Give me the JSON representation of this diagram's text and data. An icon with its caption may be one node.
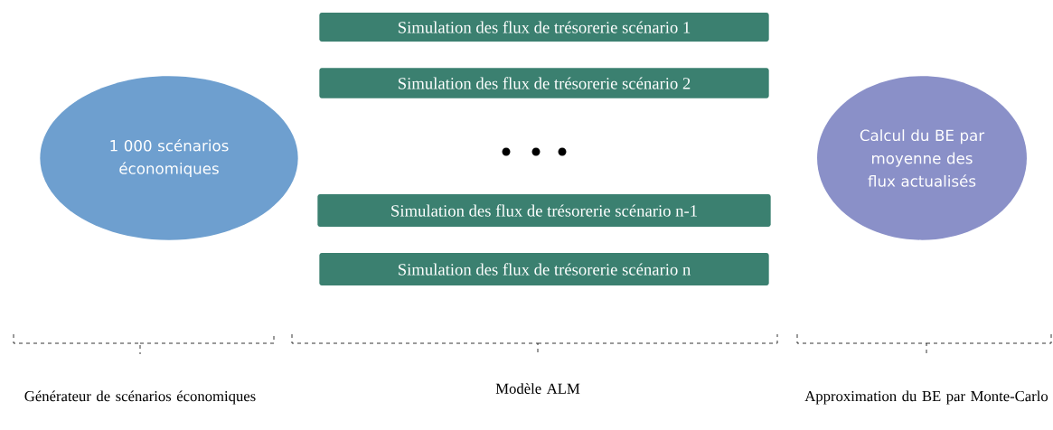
{
  "diagram": {
    "nodes": [
      {
        "text": [
          "1 000 scénarios économiques"
        ]
      },
      {
        "text": [
          "Simulation des flux de trésorerie scénario 1"
        ]
      },
      {
        "text": [
          "Simulation des flux de trésorerie scénario 2"
        ]
      },
      {
        "text": [
          "Simulation des flux de trésorerie scénario n-1"
        ]
      },
      {
        "text": [
          "Simulation des flux de trésorerie scénario n"
        ]
      },
      {
        "text": [
          "Calcul du BE par moyenne des flux actualisés"
        ]
      }
    ],
    "labels": [
      "Générateur de scénarios économiques",
      "Modèle ALM",
      "Approximation du BE par Monte-Carlo"
    ]
  }
}
